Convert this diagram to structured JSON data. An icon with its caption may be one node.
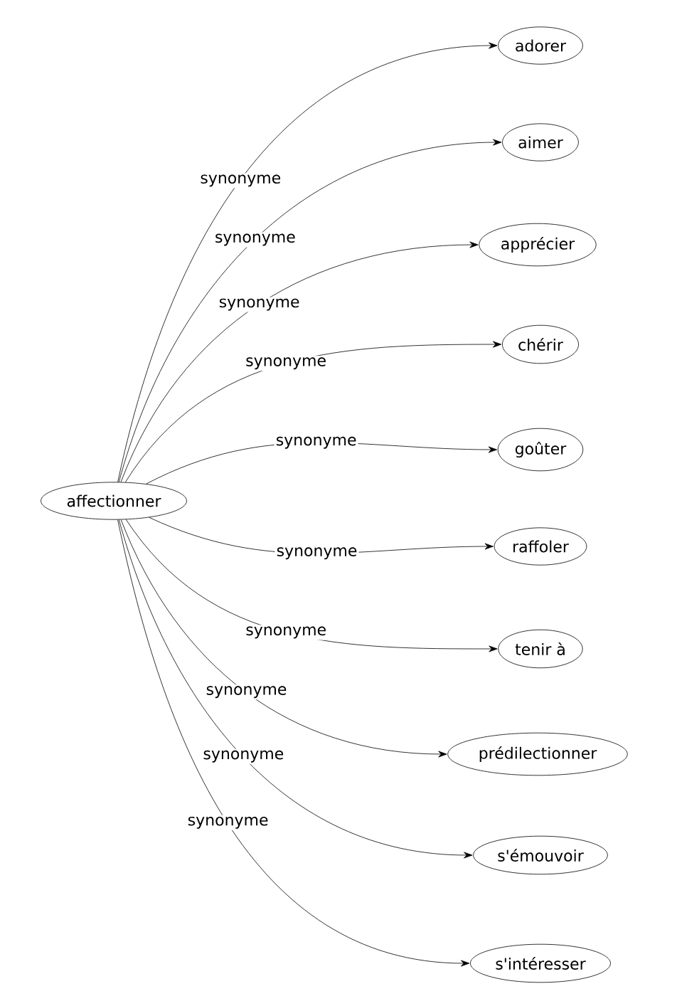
{
  "diagram": {
    "nodes": [
      {
        "text": [
          "affectionner"
        ]
      },
      {
        "text": [
          "adorer"
        ]
      },
      {
        "text": [
          "aimer"
        ]
      },
      {
        "text": [
          "apprécier"
        ]
      },
      {
        "text": [
          "chérir"
        ]
      },
      {
        "text": [
          "goûter"
        ]
      },
      {
        "text": [
          "raffoler"
        ]
      },
      {
        "text": [
          "tenir à"
        ]
      },
      {
        "text": [
          "prédilectionner"
        ]
      },
      {
        "text": [
          "s'émouvoir"
        ]
      },
      {
        "text": [
          "s'intéresser"
        ]
      }
    ],
    "edges": [
      {
        "from": 0,
        "to": 1,
        "arrow": "to",
        "label": "synonyme"
      },
      {
        "from": 0,
        "to": 2,
        "arrow": "to",
        "label": "synonyme"
      },
      {
        "from": 0,
        "to": 3,
        "arrow": "to",
        "label": "synonyme"
      },
      {
        "from": 0,
        "to": 4,
        "arrow": "to",
        "label": "synonyme"
      },
      {
        "from": 0,
        "to": 5,
        "arrow": "to",
        "label": "synonyme"
      },
      {
        "from": 0,
        "to": 6,
        "arrow": "to",
        "label": "synonyme"
      },
      {
        "from": 0,
        "to": 7,
        "arrow": "to",
        "label": "synonyme"
      },
      {
        "from": 0,
        "to": 8,
        "arrow": "to",
        "label": "synonyme"
      },
      {
        "from": 0,
        "to": 9,
        "arrow": "to",
        "label": "synonyme"
      },
      {
        "from": 0,
        "to": 10,
        "arrow": "to",
        "label": "synonyme"
      }
    ]
  }
}
